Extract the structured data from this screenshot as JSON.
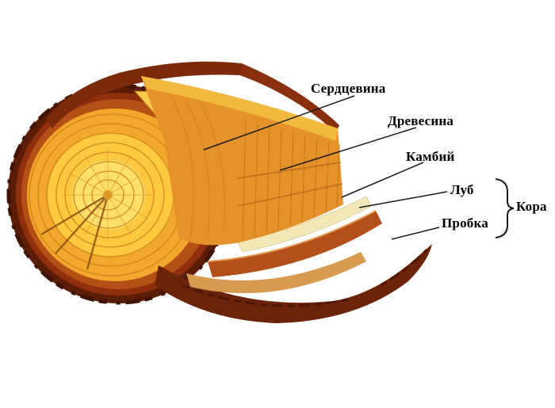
{
  "diagram": {
    "labels": [
      {
        "id": "pith",
        "text": "Сердцевина"
      },
      {
        "id": "wood",
        "text": "Древесина"
      },
      {
        "id": "cambium",
        "text": "Камбий"
      },
      {
        "id": "bast",
        "text": "Луб"
      },
      {
        "id": "cork",
        "text": "Пробка"
      },
      {
        "id": "bark",
        "text": "Кора"
      }
    ]
  },
  "colors": {
    "background": "#ffffff",
    "leader_line": "#1a1a1a",
    "bark_outer": "#5c1d07",
    "bark_mid": "#8f2f0d",
    "bark_inner": "#b44f15",
    "sapwood": "#f2a82c",
    "ring_line": "#cc7d17",
    "heartwood": "#ffca40",
    "pith_center": "#ffe06a",
    "bark_top": "#7c2a0c",
    "slab": "#e5922b",
    "slab_top": "#f2b93f",
    "grain": "#bf7014",
    "cambium": "#f3e9b8",
    "bast": "#b34f1b",
    "bast_underside": "#d79a4e",
    "cork": "#6b2309"
  }
}
